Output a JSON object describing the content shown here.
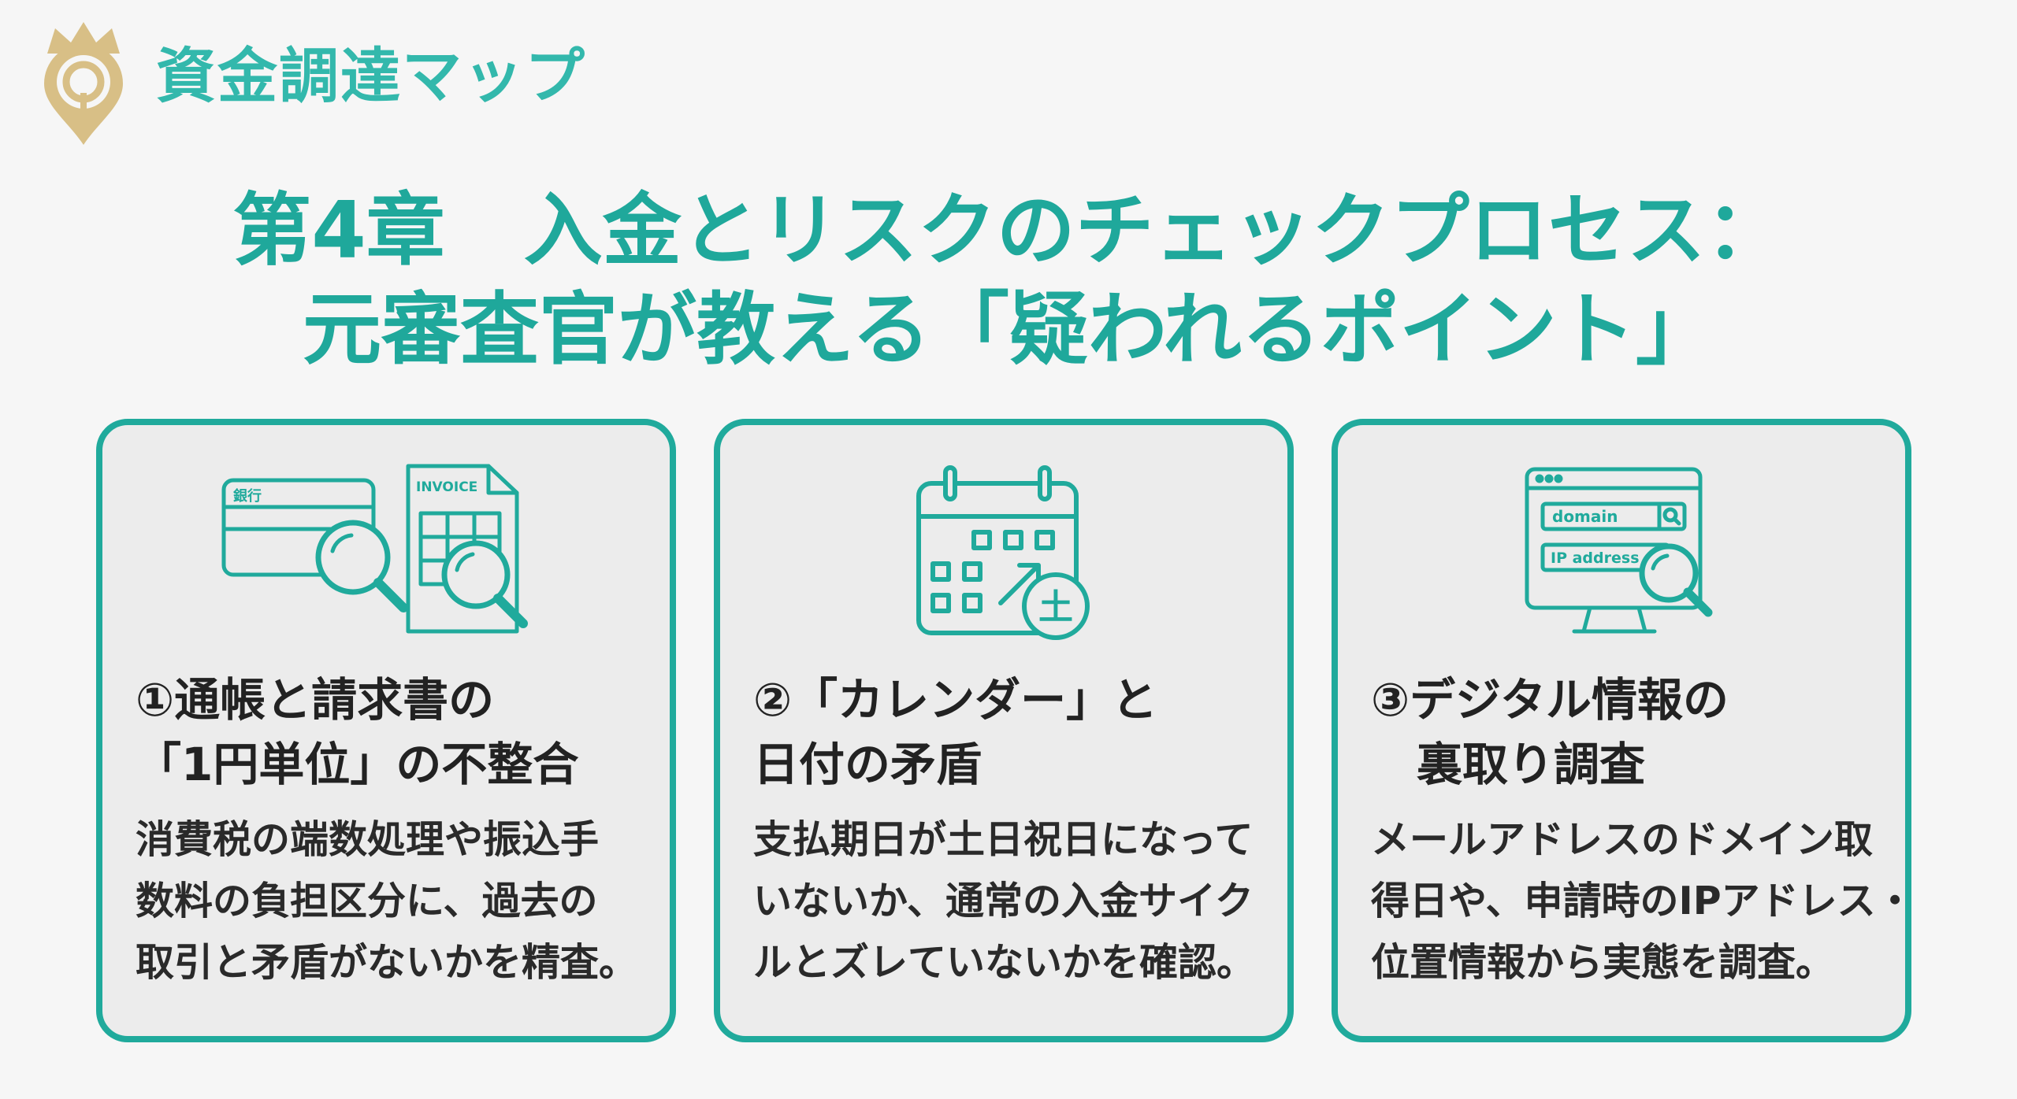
{
  "header": {
    "brand_name": "資金調達マップ",
    "logo_icon": "crown-location-pin-icon"
  },
  "title": {
    "line1": "第4章　入金とリスクのチェックプロセス：",
    "line2": "元審査官が教える「疑われるポイント」"
  },
  "colors": {
    "accent": "#1fa89b",
    "gold": "#d8bf86",
    "card_bg": "#ececec",
    "text": "#222222"
  },
  "cards": [
    {
      "icon": "bank-card-invoice-magnifier-icon",
      "icon_text": {
        "bank": "銀行",
        "invoice": "INVOICE"
      },
      "heading": [
        "①通帳と請求書の",
        "「1円単位」の不整合"
      ],
      "body": [
        "消費税の端数処理や振込手",
        "数料の負担区分に、過去の",
        "取引と矛盾がないかを精査。"
      ]
    },
    {
      "icon": "calendar-saturday-icon",
      "icon_text": {
        "saturday": "土"
      },
      "heading": [
        "②「カレンダー」と",
        "日付の矛盾"
      ],
      "body": [
        "支払期日が土日祝日になって",
        "いないか、通常の入金サイク",
        "ルとズレていないかを確認。"
      ]
    },
    {
      "icon": "monitor-domain-search-icon",
      "icon_text": {
        "domain": "domain",
        "ip": "IP address"
      },
      "heading": [
        "③デジタル情報の",
        "　裏取り調査"
      ],
      "body": [
        "メールアドレスのドメイン取",
        "得日や、申請時のIPアドレス・",
        "位置情報から実態を調査。"
      ]
    }
  ]
}
